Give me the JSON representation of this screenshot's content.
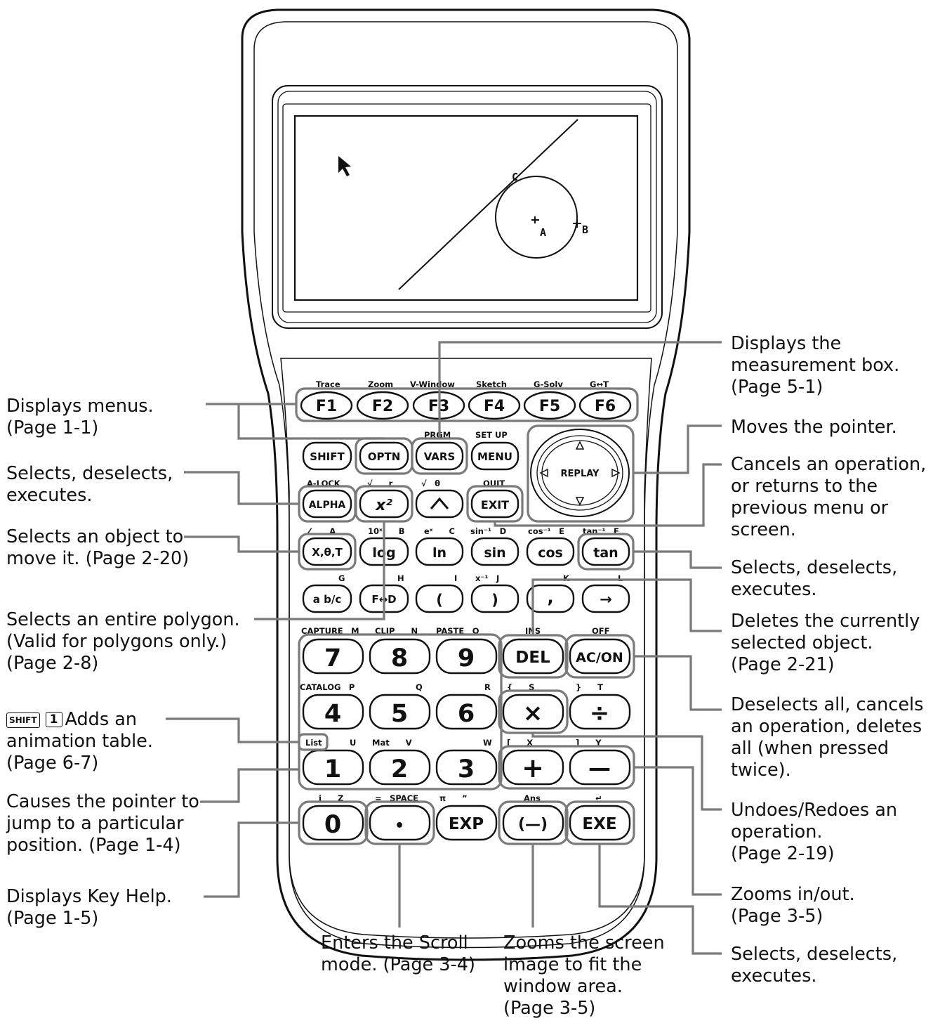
{
  "calculator": {
    "screen": {
      "point_labels": [
        "C",
        "A",
        "B"
      ]
    },
    "function_keys": [
      {
        "key": "F1",
        "above": "Trace"
      },
      {
        "key": "F2",
        "above": "Zoom"
      },
      {
        "key": "F3",
        "above": "V-Window"
      },
      {
        "key": "F4",
        "above": "Sketch"
      },
      {
        "key": "F5",
        "above": "G-Solv"
      },
      {
        "key": "F6",
        "above": "G↔T"
      }
    ],
    "row_shift": {
      "shift": "SHIFT",
      "optn": "OPTN",
      "vars": "VARS",
      "vars_above": "PRGM",
      "menu": "MENU",
      "menu_above": "SET UP"
    },
    "replay": "REPLAY",
    "row_alpha": {
      "alpha": "ALPHA",
      "alpha_above": "A-LOCK",
      "x2_above": "√  r",
      "caret_above": "√ θ",
      "exit": "EXIT",
      "exit_above": "QUIT"
    },
    "row_xtheta": {
      "xthetat": "X,θ,T",
      "log": "log",
      "ln": "ln",
      "sin": "sin",
      "cos": "cos",
      "tan": "tan",
      "above": [
        "∠  A",
        "10ˣ  B",
        "eˣ  C",
        "sin⁻¹ D",
        "cos⁻¹ E",
        "tan⁻¹ F"
      ]
    },
    "row_abc": {
      "abc": "a b/c",
      "fd": "F↔D",
      "lparen": "(",
      "rparen": ")",
      "comma": ",",
      "arrow": "→",
      "above": [
        "G",
        "H",
        "I",
        "x⁻¹ J",
        "K",
        "L"
      ]
    },
    "row_789": {
      "k7": "7",
      "k8": "8",
      "k9": "9",
      "del": "DEL",
      "ac": "AC/ON",
      "above": [
        "CAPTURE M",
        "CLIP  N",
        "PASTE O",
        "INS",
        "OFF"
      ]
    },
    "row_456": {
      "k4": "4",
      "k5": "5",
      "k6": "6",
      "mul": "×",
      "div": "÷",
      "above": [
        "CATALOG P",
        "Q",
        "R",
        "{  S",
        "}  T"
      ]
    },
    "row_123": {
      "k1": "1",
      "k2": "2",
      "k3": "3",
      "plus": "+",
      "minus": "—",
      "list_label": "List",
      "above": [
        "U",
        "Mat  V",
        "W",
        "[  X",
        "]  Y"
      ]
    },
    "row_0": {
      "k0": "0",
      "dot": "•",
      "exp": "EXP",
      "neg": "(—)",
      "exe": "EXE",
      "above": [
        "i  Z",
        "= SPACE",
        "π  ”",
        "Ans",
        "↵"
      ]
    }
  },
  "callouts": {
    "menus": [
      "Displays menus.",
      "(Page 1-1)"
    ],
    "select1": [
      "Selects, deselects,",
      "executes."
    ],
    "object_move": [
      "Selects an object to",
      "move it. (Page 2-20)"
    ],
    "polygon": [
      "Selects an entire polygon.",
      "(Valid for polygons only.)",
      "(Page 2-8)"
    ],
    "animation": {
      "shift_key": "SHIFT",
      "one_key": "1",
      "lines": [
        "Adds an",
        "animation table.",
        "(Page 6-7)"
      ]
    },
    "jump": [
      "Causes the pointer to",
      "jump to a particular",
      "position. (Page 1-4)"
    ],
    "key_help": [
      "Displays Key Help.",
      "(Page 1-5)"
    ],
    "scroll": [
      "Enters the Scroll",
      "mode. (Page 3-4)"
    ],
    "zoom_fit": [
      "Zooms the screen",
      "image to fit the",
      "window area.",
      "(Page 3-5)"
    ],
    "measurement": [
      "Displays the",
      "measurement box.",
      "(Page 5-1)"
    ],
    "pointer": [
      "Moves the pointer."
    ],
    "cancel": [
      "Cancels an operation,",
      "or returns to the",
      "previous menu or",
      "screen."
    ],
    "select2": [
      "Selects, deselects,",
      "executes."
    ],
    "delete": [
      "Deletes the currently",
      "selected object.",
      "(Page 2-21)"
    ],
    "deselect_all": [
      "Deselects all, cancels",
      "an operation, deletes",
      "all (when pressed",
      "twice)."
    ],
    "undo": [
      "Undoes/Redoes an",
      "operation.",
      "(Page 2-19)"
    ],
    "zoom_io": [
      "Zooms in/out.",
      "(Page 3-5)"
    ],
    "select3": [
      "Selects, deselects,",
      "executes."
    ]
  }
}
